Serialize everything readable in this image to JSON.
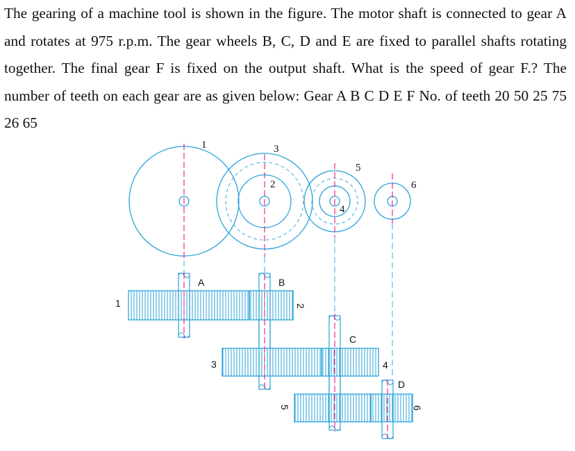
{
  "question": {
    "text": "The gearing of a machine tool is shown in the figure. The motor shaft is connected to gear A and rotates at 975 r.p.m. The gear wheels B, C, D and E are fixed to parallel shafts rotating together. The final gear F is fixed on the output shaft. What is the speed of gear F.? The number of teeth on each gear are as given below: Gear A B C D E F No. of teeth 20 50 25 75 26 65"
  },
  "figure": {
    "colors": {
      "gear": "#29a3d9",
      "centerline": "#e6007e",
      "text": "#111111"
    },
    "end_view_labels": {
      "s1": "1",
      "s3": "3",
      "s2": "2",
      "s5": "5",
      "s4": "4",
      "s6": "6"
    },
    "side_view_labels": {
      "A": "A",
      "B": "B",
      "C": "C",
      "D": "D",
      "n1": "1",
      "n2": "2",
      "n3": "3",
      "n4": "4",
      "n5": "5",
      "n6": "6"
    }
  }
}
